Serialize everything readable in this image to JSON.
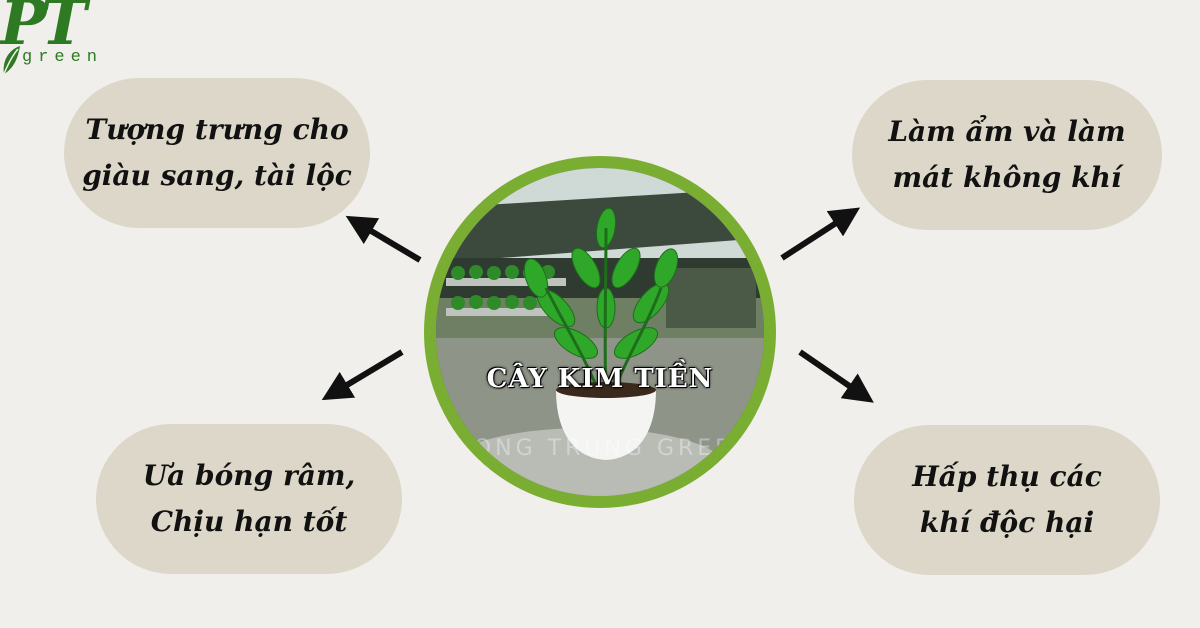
{
  "logo": {
    "mark": "PT",
    "word": "green",
    "color": "#2e7a22"
  },
  "center": {
    "title": "CÂY KIM TIỀN",
    "watermark": "PHONG TRUNG GREEN · PHONG TRUNG GREEN",
    "ring_color": "#7aae33"
  },
  "bubbles": {
    "top_left": {
      "line1": "Tượng trưng cho",
      "line2": "giàu sang, tài lộc"
    },
    "top_right": {
      "line1": "Làm ẩm và làm",
      "line2": "mát không khí"
    },
    "bottom_left": {
      "line1": "Ưa bóng râm,",
      "line2": "Chịu hạn tốt"
    },
    "bottom_right": {
      "line1": "Hấp thụ các",
      "line2": "khí độc hại"
    }
  },
  "colors": {
    "background": "#f1efec",
    "bubble": "#dcd7c8",
    "arrow": "#111111"
  },
  "icons": [
    "leaf-icon",
    "arrow-icon"
  ]
}
